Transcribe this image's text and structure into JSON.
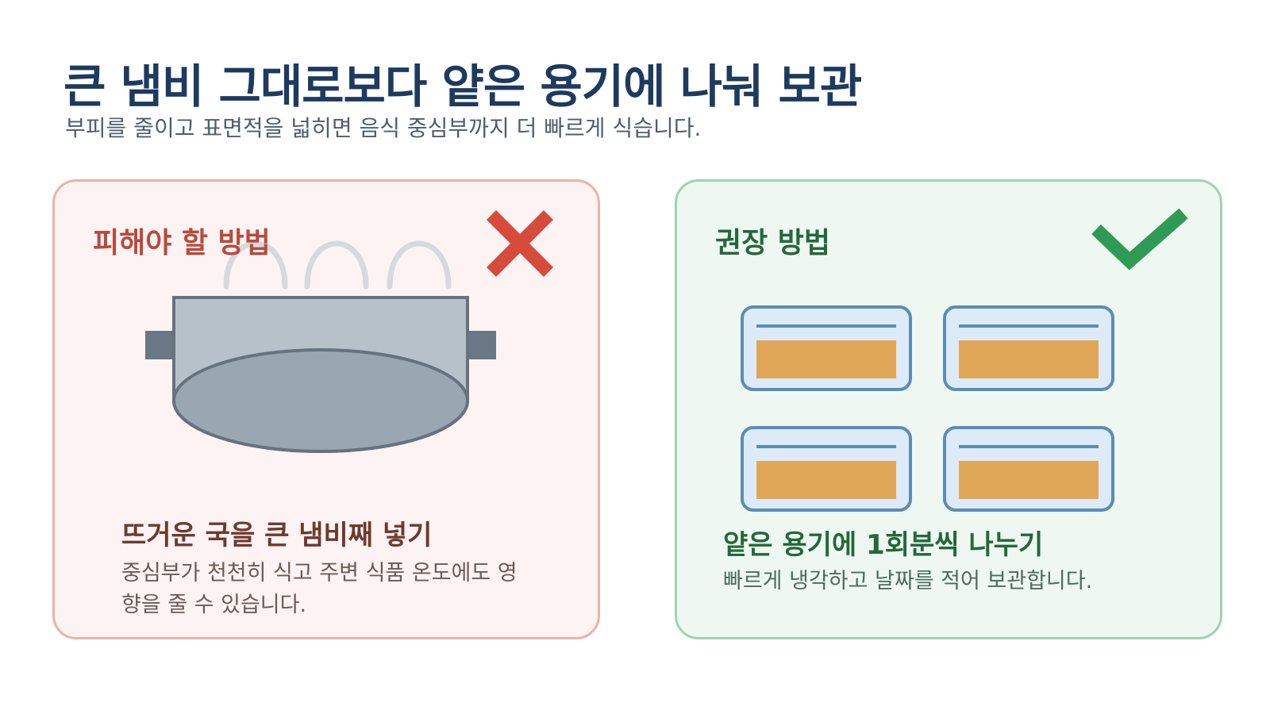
{
  "header": {
    "title": "큰 냄비 그대로보다 얕은 용기에 나눠 보관",
    "subtitle": "부피를 줄이고 표면적을 넓히면 음식 중심부까지 더 빠르게 식습니다."
  },
  "bad_panel": {
    "label": "피해야 할 방법",
    "icon": "x-mark-icon",
    "illustration": "large-pot-with-steam",
    "caption_title": "뜨거운 국을 큰 냄비째 넣기",
    "caption_desc": "중심부가 천천히 식고 주변 식품 온도에도 영향을 줄 수 있습니다.",
    "accent_color": "#d64b3c"
  },
  "good_panel": {
    "label": "권장 방법",
    "icon": "check-mark-icon",
    "illustration": "four-shallow-containers",
    "caption_title": "얕은 용기에 1회분씩 나누기",
    "caption_desc": "빠르게 냉각하고 날짜를 적어 보관합니다.",
    "accent_color": "#2e9a55"
  }
}
